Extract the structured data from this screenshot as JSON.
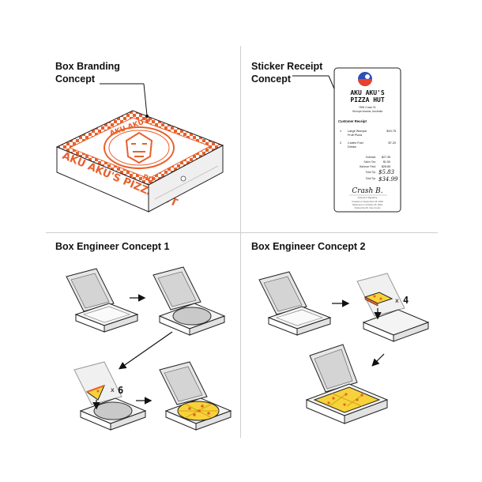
{
  "labels": {
    "box_branding_line1": "Box Branding",
    "box_branding_line2": "Concept",
    "sticker_line1": "Sticker Receipt",
    "sticker_line2": "Concept",
    "engineer1": "Box Engineer Concept 1",
    "engineer2": "Box Engineer Concept 2"
  },
  "box_brand": {
    "side_text": "AKU AKU'S PIZZAHUT",
    "lid_text_top": "AKU AKU'S",
    "lid_text_bottom": "PIZZAHUT"
  },
  "receipt": {
    "title_line1": "AKU AKU'S",
    "title_line2": "PIZZA HUT",
    "address_line1": "7896 Crash St.",
    "address_line2": "Wumpa Islands, Australia",
    "section": "Customer Receipt",
    "items": [
      {
        "qty": "1",
        "name_line1": "Large Wumpa",
        "name_line2": "Fruit Pizza",
        "price": "$19.75"
      },
      {
        "qty": "2",
        "name_line1": "Cortex Fuel",
        "name_line2": "Drinks",
        "price": "$7.20"
      }
    ],
    "subtotal_label": "Subtotal:",
    "subtotal": "$27.35",
    "sales_tax_label": "Sales Tax:",
    "sales_tax": "$1.50",
    "balance_label": "Balance Paid:",
    "balance": "$28.85",
    "total_tip_label": "Total Tip:",
    "total_tip": "$5.83",
    "total_label": "Total Tip:",
    "total": "$34.99",
    "signature": "Crash B.",
    "signature_caption": "Customer Signature",
    "footer_line1": "Created on September 18, 2022",
    "footer_line2": "Delivered on October 20, 2022",
    "footer_line3": "Ordered by Dr. Neo Cortex"
  },
  "multipliers": {
    "concept1": "x",
    "concept1_count": "6",
    "concept2": "x",
    "concept2_count": "4"
  },
  "colors": {
    "brand_orange": "#e8602c",
    "pizza_yellow": "#f7d23a",
    "pepperoni": "#e8602c",
    "box_grey": "#e9e9e9"
  }
}
